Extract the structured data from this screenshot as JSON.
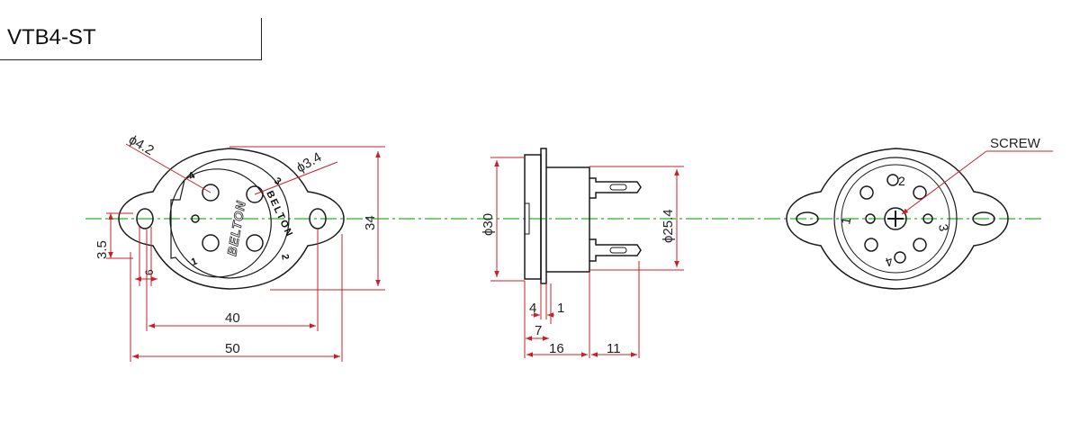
{
  "title": "VTB4-ST",
  "colors": {
    "dimension": "#c8202a",
    "centerline": "#22bb22",
    "outline": "#1a1a1a"
  },
  "front_view": {
    "hole_dia": "ϕ4.2",
    "pin_dia": "ϕ3.4",
    "height": "34",
    "offset": "3.5",
    "slot_width": "6",
    "hole_spacing": "40",
    "overall_width": "50",
    "brand": "BELTON",
    "pins": [
      "1",
      "2",
      "3",
      "4"
    ]
  },
  "side_view": {
    "flange_dia": "ϕ30",
    "body_dia": "ϕ25.4",
    "dim_4": "4",
    "dim_1": "1",
    "dim_7": "7",
    "dim_16": "16",
    "dim_11": "11"
  },
  "rear_view": {
    "screw_label": "SCREW",
    "pins": [
      "1",
      "2",
      "3",
      "4"
    ]
  }
}
